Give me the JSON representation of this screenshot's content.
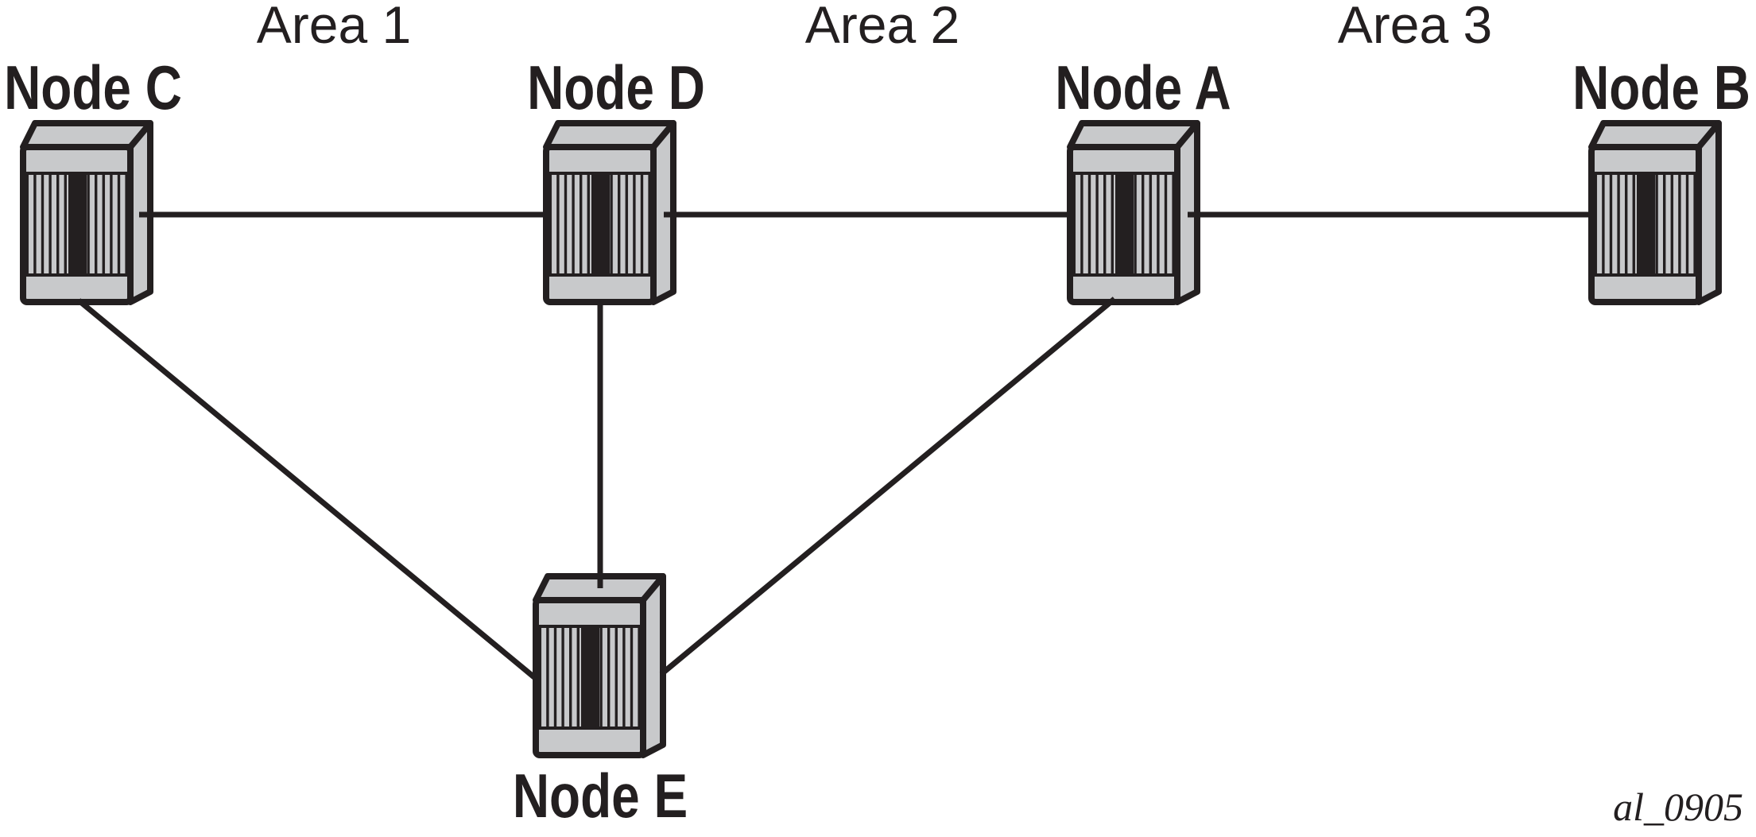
{
  "figure": {
    "signature": "al_0905",
    "background": "#ffffff",
    "ink_color": "#231f20",
    "node_fill": "#c8c9cb"
  },
  "areas": [
    {
      "label": "Area 1"
    },
    {
      "label": "Area 2"
    },
    {
      "label": "Area 3"
    }
  ],
  "nodes": [
    {
      "id": "node-c",
      "label": "Node C"
    },
    {
      "id": "node-d",
      "label": "Node D"
    },
    {
      "id": "node-a",
      "label": "Node A"
    },
    {
      "id": "node-b",
      "label": "Node B"
    },
    {
      "id": "node-e",
      "label": "Node E"
    }
  ],
  "links": [
    {
      "from": "Node C",
      "to": "Node D"
    },
    {
      "from": "Node D",
      "to": "Node A"
    },
    {
      "from": "Node A",
      "to": "Node B"
    },
    {
      "from": "Node D",
      "to": "Node E"
    },
    {
      "from": "Node C",
      "to": "Node E"
    },
    {
      "from": "Node A",
      "to": "Node E"
    }
  ]
}
